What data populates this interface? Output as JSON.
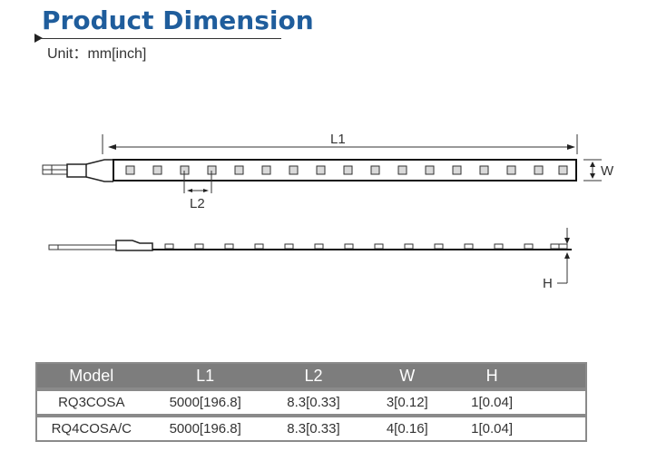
{
  "header": {
    "title": "Product Dimension",
    "unit": "Unit：mm[inch]"
  },
  "drawing": {
    "top_view": {
      "labels": {
        "length": "L1",
        "pitch": "L2",
        "width": "W"
      },
      "led_count": 17
    },
    "side_view": {
      "labels": {
        "height": "H"
      },
      "led_count": 14
    }
  },
  "table": {
    "headers": [
      "Model",
      "L1",
      "L2",
      "W",
      "H"
    ],
    "rows": [
      [
        "RQ3COSA",
        "5000[196.8]",
        "8.3[0.33]",
        "3[0.12]",
        "1[0.04]"
      ],
      [
        "RQ4COSA/C",
        "5000[196.8]",
        "8.3[0.33]",
        "4[0.16]",
        "1[0.04]"
      ]
    ]
  },
  "colors": {
    "title": "#1f5d9c",
    "table_header_bg": "#7d7d7d",
    "led_fill": "#d9d9d9"
  }
}
